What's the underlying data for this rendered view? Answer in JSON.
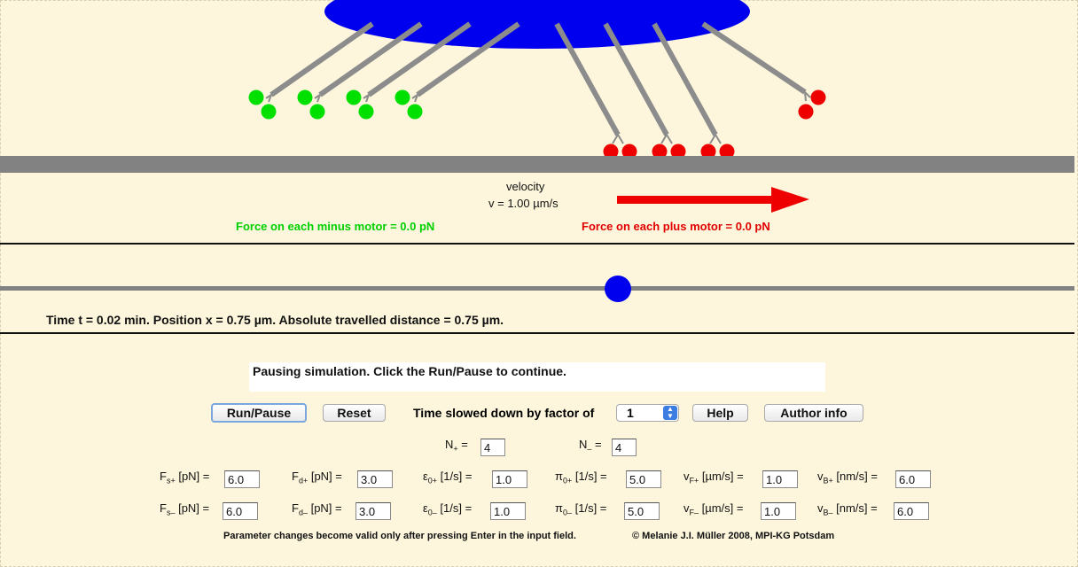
{
  "scene": {
    "velocity_label": "velocity",
    "velocity_value": "v = 1.00 µm/s",
    "minus_force_label": "Force on each minus motor = 0.0 pN",
    "plus_force_label": "Force on each plus motor = 0.0 pN",
    "time_readout": "Time t = 0.02 min. Position x = 0.75 µm. Absolute travelled distance = 0.75 µm.",
    "colors": {
      "cargo": "#0000ee",
      "minus_motor": "#00e000",
      "plus_motor": "#ee0000",
      "track": "#828282"
    }
  },
  "status_message": "Pausing simulation. Click the Run/Pause to continue.",
  "controls": {
    "run_pause": "Run/Pause",
    "reset": "Reset",
    "slowdown_label": "Time slowed down by factor of",
    "slowdown_value": "1",
    "help": "Help",
    "author_info": "Author info"
  },
  "params": {
    "n_plus": {
      "sym": "N",
      "sub": "+",
      "unit": "",
      "value": "4"
    },
    "n_minus": {
      "sym": "N",
      "sub": "–",
      "unit": "",
      "value": "4"
    },
    "row_plus": [
      {
        "sym": "F",
        "sub": "s+",
        "unit": " [pN] =",
        "value": "6.0"
      },
      {
        "sym": "F",
        "sub": "d+",
        "unit": " [pN] =",
        "value": "3.0"
      },
      {
        "sym": "ε",
        "sub": "0+",
        "unit": " [1/s] =",
        "value": "1.0"
      },
      {
        "sym": "π",
        "sub": "0+",
        "unit": " [1/s] =",
        "value": "5.0"
      },
      {
        "sym": "v",
        "sub": "F+",
        "unit": " [µm/s] =",
        "value": "1.0"
      },
      {
        "sym": "v",
        "sub": "B+",
        "unit": " [nm/s] =",
        "value": "6.0"
      }
    ],
    "row_minus": [
      {
        "sym": "F",
        "sub": "s–",
        "unit": " [pN] =",
        "value": "6.0"
      },
      {
        "sym": "F",
        "sub": "d–",
        "unit": " [pN] =",
        "value": "3.0"
      },
      {
        "sym": "ε",
        "sub": "0–",
        "unit": " [1/s] =",
        "value": "1.0"
      },
      {
        "sym": "π",
        "sub": "0–",
        "unit": " [1/s] =",
        "value": "5.0"
      },
      {
        "sym": "v",
        "sub": "F–",
        "unit": " [µm/s] =",
        "value": "1.0"
      },
      {
        "sym": "v",
        "sub": "B–",
        "unit": " [nm/s] =",
        "value": "6.0"
      }
    ]
  },
  "footer": {
    "note": "Parameter changes become valid only after pressing Enter in the input field.",
    "copyright": "© Melanie J.I. Müller 2008, MPI-KG Potsdam"
  }
}
